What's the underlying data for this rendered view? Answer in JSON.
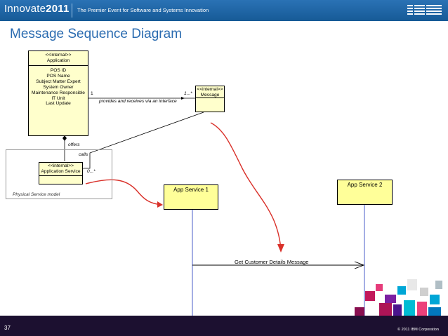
{
  "header": {
    "brand_name": "Innovate",
    "brand_year": "2011",
    "tagline": "The Premier Event for Software and Systems Innovation",
    "ibm_logo": "IBM"
  },
  "page_title": "Message Sequence Diagram",
  "application_class": {
    "stereotype": "<<internal>>",
    "name": "Application",
    "attributes": [
      "POS ID",
      "POS Name",
      "Subject Matter Expert",
      "System Owner",
      "Maintenance Responsible",
      "IT Unit",
      "Last Update"
    ]
  },
  "message_class": {
    "stereotype": "<<internal>>",
    "name": "Message"
  },
  "app_service_class": {
    "stereotype": "<<internal>>",
    "name": "Application Service"
  },
  "relations": {
    "multiplicity_one": "1",
    "multiplicity_many": "1...*",
    "provides_label": "provides and receives via an interface",
    "offers_label": "offers",
    "calls_label": "calls",
    "calls_multiplicity": "0...*"
  },
  "physical_model_label": "Physical Service model",
  "sequence": {
    "lifeline_1": "App Service 1",
    "lifeline_2": "App Service 2",
    "message": "Get Customer Details Message"
  },
  "footer": {
    "page_number": "37",
    "copyright": "© 2011 IBM Corporation"
  },
  "colors": {
    "header_blue": "#1a5f9e",
    "title_blue": "#2a6bb0",
    "class_fill": "#ffffcc",
    "lifeline_fill": "#ffff99",
    "arrow_red": "#d9312a",
    "lifeline_blue": "#4a5ec8",
    "footer_dark": "#1c1030",
    "accent_magenta": "#c2185b",
    "accent_cyan": "#00a6d6"
  }
}
